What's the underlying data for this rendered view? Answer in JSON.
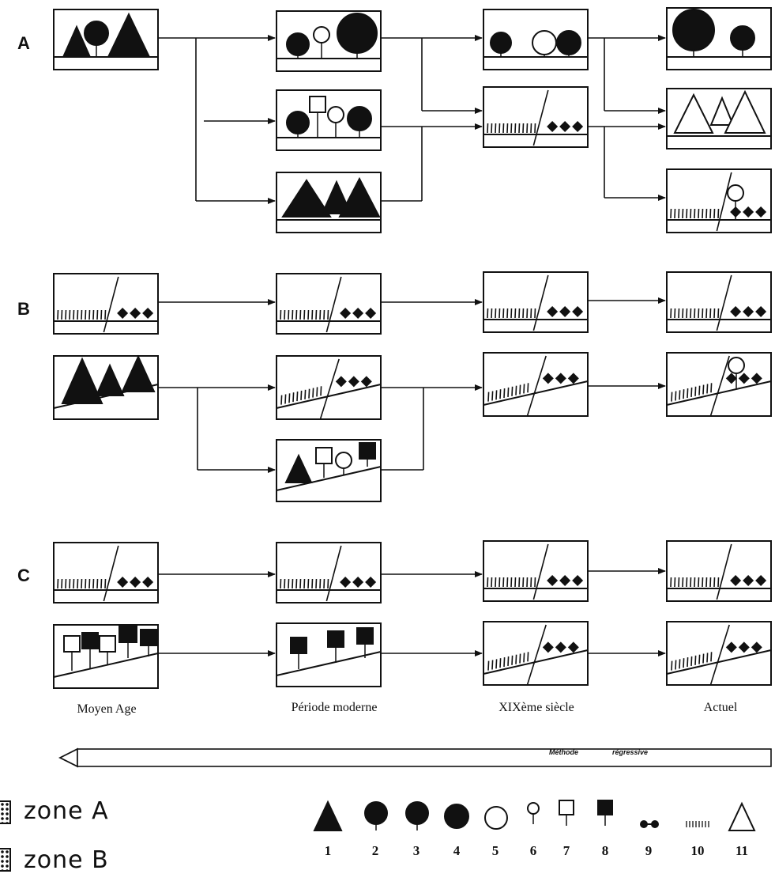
{
  "sections": [
    "A",
    "B",
    "C"
  ],
  "periods": [
    "Moyen Age",
    "Période moderne",
    "XIXème siècle",
    "Actuel"
  ],
  "method_arrow": {
    "label1": "Méthode",
    "label2": "régressive"
  },
  "legend": {
    "zones": [
      "zone A",
      "zone B"
    ],
    "items": [
      {
        "number": "1",
        "icon": "conifer-triangle-filled"
      },
      {
        "number": "2",
        "icon": "round-tree-filled"
      },
      {
        "number": "3",
        "icon": "round-tree-filled"
      },
      {
        "number": "4",
        "icon": "round-tree-filled"
      },
      {
        "number": "5",
        "icon": "circle-open"
      },
      {
        "number": "6",
        "icon": "small-round-tree-open"
      },
      {
        "number": "7",
        "icon": "square-tree-open"
      },
      {
        "number": "8",
        "icon": "square-tree-filled"
      },
      {
        "number": "9",
        "icon": "diamond-vines"
      },
      {
        "number": "10",
        "icon": "short-vegetation-ticks"
      },
      {
        "number": "11",
        "icon": "conifer-triangle-open"
      }
    ]
  },
  "colors": {
    "ink": "#111111",
    "paper": "#ffffff"
  }
}
